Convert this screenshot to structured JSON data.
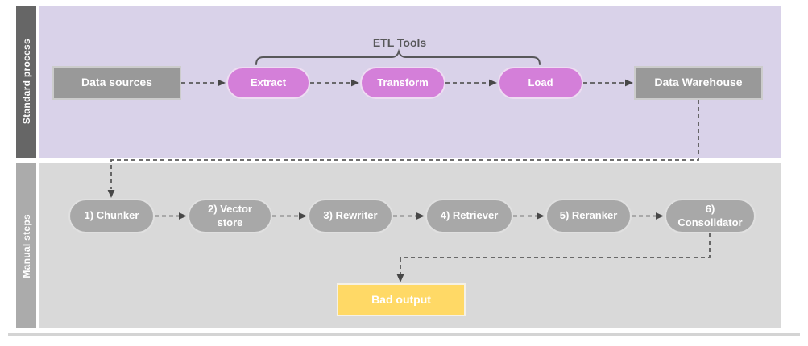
{
  "diagram": {
    "brace_label": "ETL Tools",
    "lanes": [
      {
        "label": "Standard process",
        "nodes": [
          {
            "label": "Data sources",
            "shape": "rectangle"
          },
          {
            "label": "Extract",
            "shape": "pill"
          },
          {
            "label": "Transform",
            "shape": "pill"
          },
          {
            "label": "Load",
            "shape": "pill"
          },
          {
            "label": "Data Warehouse",
            "shape": "rectangle"
          }
        ]
      },
      {
        "label": "Manual steps",
        "nodes": [
          {
            "label": "1) Chunker",
            "shape": "pill"
          },
          {
            "label": "2) Vector store",
            "shape": "pill"
          },
          {
            "label": "3) Rewriter",
            "shape": "pill"
          },
          {
            "label": "4) Retriever",
            "shape": "pill"
          },
          {
            "label": "5) Reranker",
            "shape": "pill"
          },
          {
            "label": "6) Consolidator",
            "shape": "pill"
          },
          {
            "label": "Bad output",
            "shape": "rectangle"
          }
        ]
      }
    ],
    "colors": {
      "standard_lane_bg": "#d9d2e9",
      "manual_lane_bg": "#d9d9d9",
      "standard_lane_bar": "#666666",
      "manual_lane_bar": "#ababab",
      "process_box": "#999999",
      "etl_pill": "#d47fd9",
      "manual_pill": "#a8a8a8",
      "bad_output_box": "#ffd966",
      "connector": "#595959",
      "node_text": "#ffffff"
    }
  }
}
